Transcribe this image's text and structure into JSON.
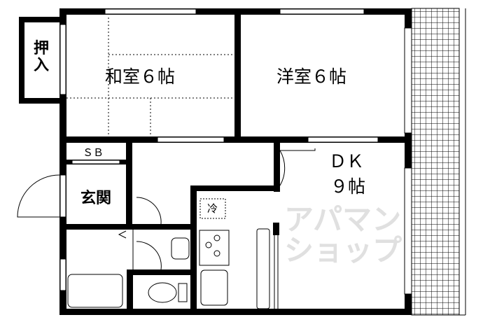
{
  "rooms": {
    "closet": "押入",
    "washitsu": "和室６帖",
    "youshitsu": "洋室６帖",
    "sb": "ＳＢ",
    "entrance": "玄関",
    "fridge": "冷",
    "dk": "ＤＫ",
    "dk_size": "９帖"
  },
  "watermark": "アパマンショップ"
}
